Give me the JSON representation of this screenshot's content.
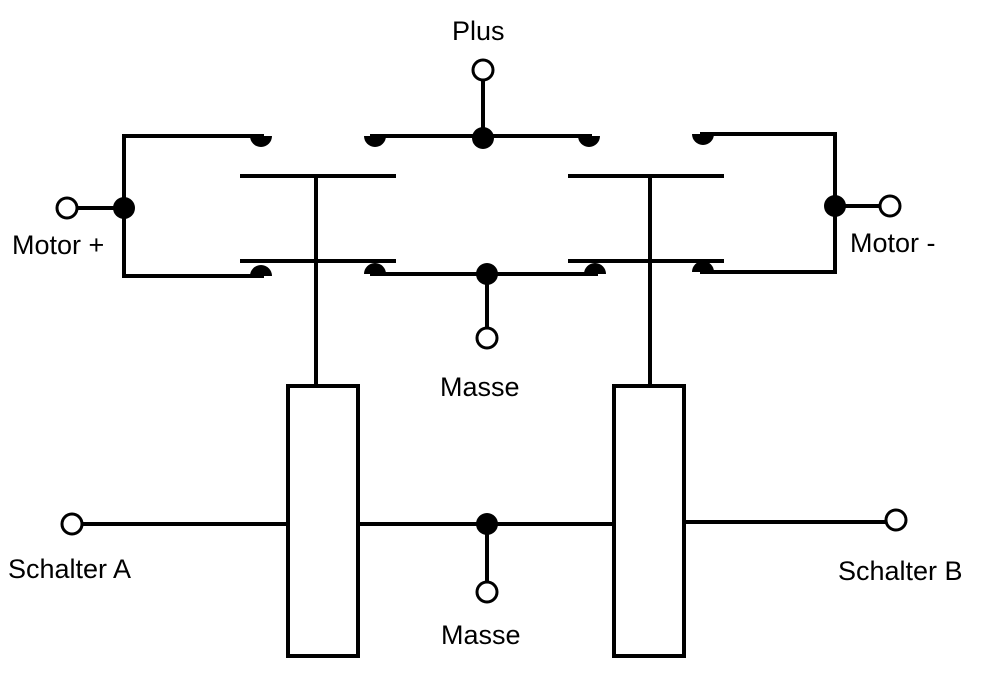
{
  "labels": {
    "plus": "Plus",
    "motor_plus": "Motor +",
    "motor_minus": "Motor -",
    "masse_top": "Masse",
    "masse_bottom": "Masse",
    "switch_a": "Schalter A",
    "switch_b": "Schalter B"
  },
  "colors": {
    "line": "#000000",
    "terminal_fill": "#ffffff",
    "background": "#ffffff"
  }
}
